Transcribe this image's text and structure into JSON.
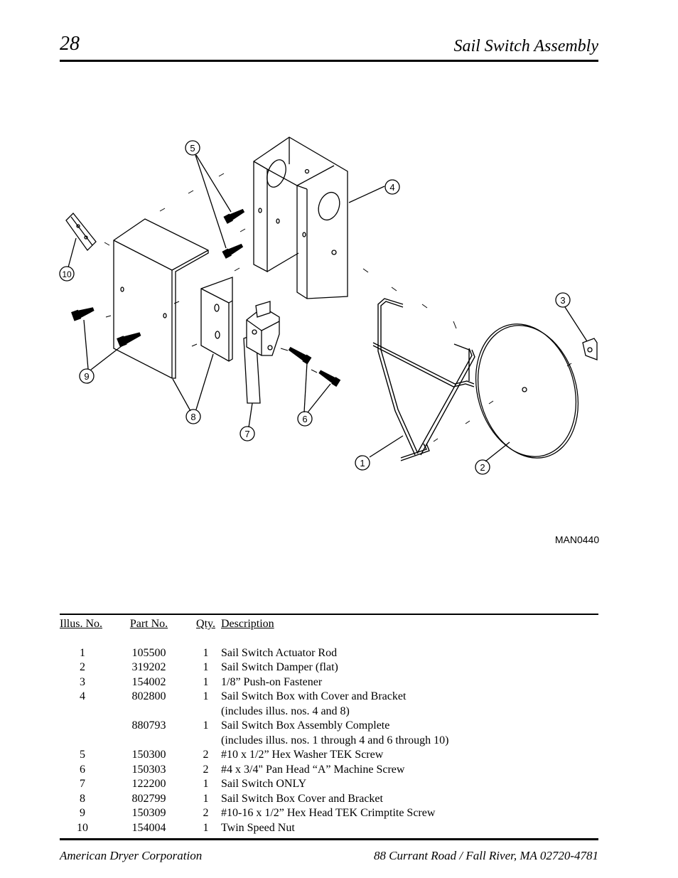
{
  "header": {
    "page_number": "28",
    "title": "Sail Switch Assembly"
  },
  "diagram": {
    "drawing_id": "MAN0440",
    "callouts": [
      "1",
      "2",
      "3",
      "4",
      "5",
      "6",
      "7",
      "8",
      "9",
      "10"
    ]
  },
  "table": {
    "headers": {
      "illus": "Illus. No.",
      "part": "Part No.",
      "qty": "Qty.",
      "desc": "Description"
    },
    "rows": [
      {
        "illus": "1",
        "part": "105500",
        "qty": "1",
        "desc": "Sail Switch Actuator Rod"
      },
      {
        "illus": "2",
        "part": "319202",
        "qty": "1",
        "desc": "Sail Switch Damper (flat)"
      },
      {
        "illus": "3",
        "part": "154002",
        "qty": "1",
        "desc": "1/8” Push-on Fastener"
      },
      {
        "illus": "4",
        "part": "802800",
        "qty": "1",
        "desc": "Sail Switch Box with Cover and Bracket"
      },
      {
        "illus": "",
        "part": "",
        "qty": "",
        "desc": "(includes illus. nos. 4 and 8)"
      },
      {
        "illus": "",
        "part": "880793",
        "qty": "1",
        "desc": "Sail Switch Box Assembly Complete"
      },
      {
        "illus": "",
        "part": "",
        "qty": "",
        "desc": "(includes illus. nos. 1 through 4 and 6 through 10)"
      },
      {
        "illus": "5",
        "part": "150300",
        "qty": "2",
        "desc": "#10 x 1/2” Hex Washer TEK Screw"
      },
      {
        "illus": "6",
        "part": "150303",
        "qty": "2",
        "desc": "#4 x 3/4\" Pan Head “A” Machine Screw"
      },
      {
        "illus": "7",
        "part": "122200",
        "qty": "1",
        "desc": "Sail Switch ONLY"
      },
      {
        "illus": "8",
        "part": "802799",
        "qty": "1",
        "desc": "Sail Switch Box Cover and Bracket"
      },
      {
        "illus": "9",
        "part": "150309",
        "qty": "2",
        "desc": "#10-16 x 1/2” Hex Head TEK Crimptite Screw"
      },
      {
        "illus": "10",
        "part": "154004",
        "qty": "1",
        "desc": "Twin Speed Nut"
      }
    ]
  },
  "footer": {
    "company": "American Dryer Corporation",
    "address": "88 Currant Road / Fall River, MA 02720-4781"
  }
}
